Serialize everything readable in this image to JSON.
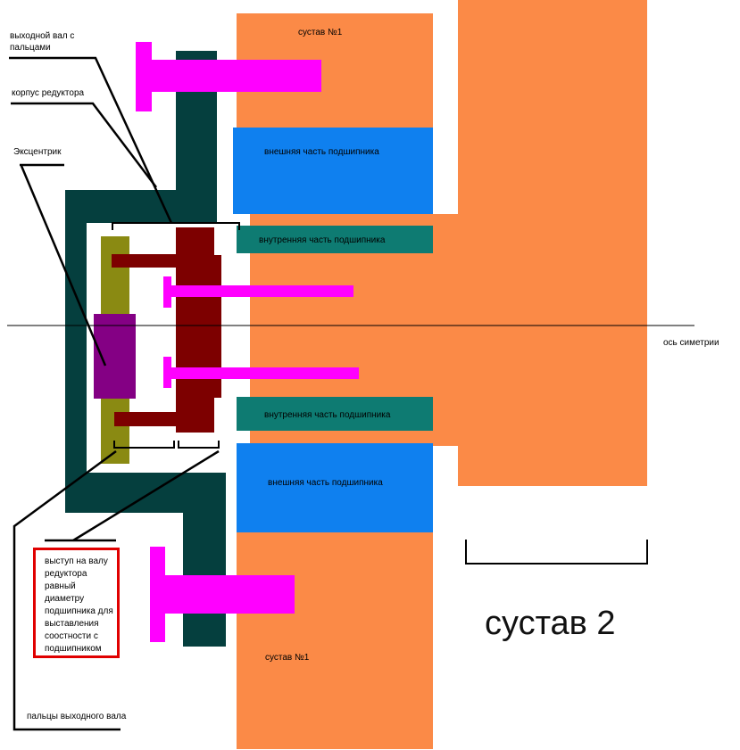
{
  "labels": {
    "output_shaft": "выходной вал с пальцами",
    "housing": "корпус редуктора",
    "eccentric": "Эксцентрик",
    "joint1_top": "сустав №1",
    "joint1_bottom": "сустав №1",
    "outer_bearing_top": "внешняя часть подшипника",
    "outer_bearing_bottom": "внешняя часть подшипника",
    "inner_bearing_top": "внутренняя часть подшипника",
    "inner_bearing_bottom": "внутренняя часть подшипника",
    "symmetry_axis": "ось симетрии",
    "note": "выступ на валу редуктора равный диаметру подшипника для выставления соостности с подшипником",
    "output_fingers": "пальцы выходного вала",
    "joint2": "сустав 2"
  },
  "colors": {
    "joint": "#fb8a47",
    "outer_bearing": "#0f80ef",
    "inner_bearing": "#0e7b72",
    "housing": "#053f3e",
    "shaft": "#ff00ff",
    "disk": "#7d0000",
    "eccentric": "#840084",
    "olive": "#8a8a12",
    "note_border": "#e00000"
  }
}
